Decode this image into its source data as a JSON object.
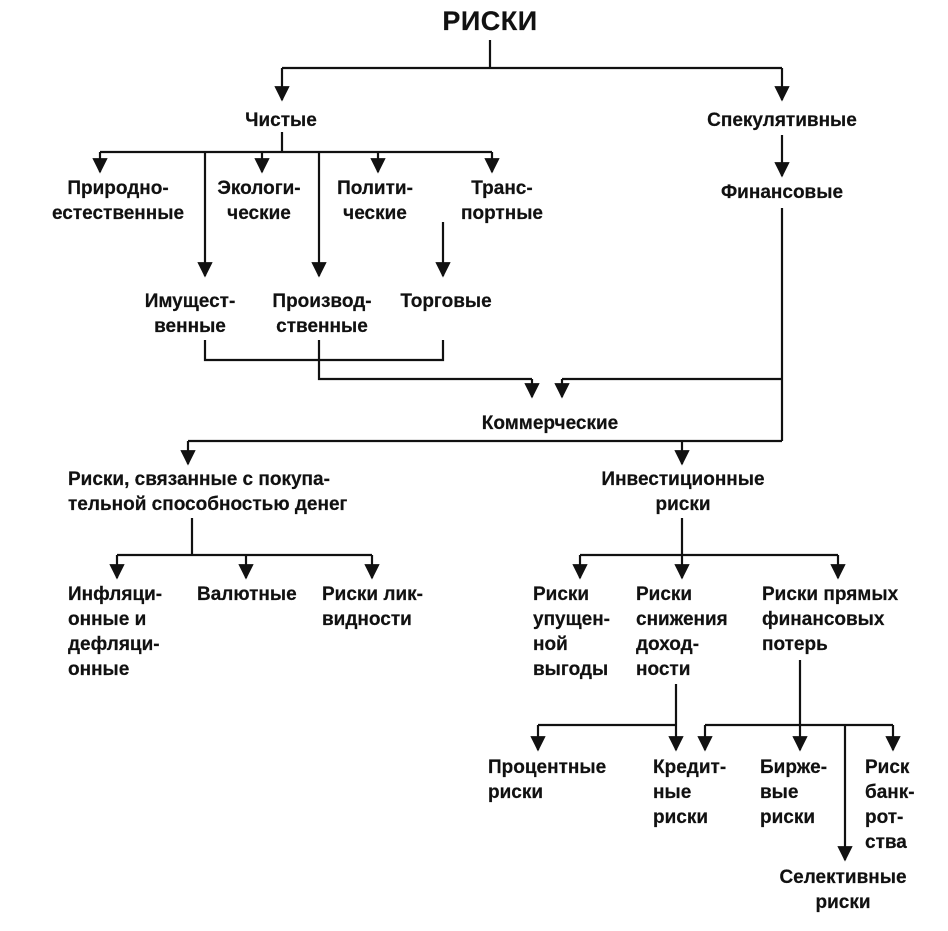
{
  "title": "РИСКИ",
  "nodes": {
    "pure": "Чистые",
    "speculative": "Спекулятивные",
    "financial": "Финансовые",
    "natural": "Природно-\nестественные",
    "ecological": "Экологи-\nческие",
    "political": "Полити-\nческие",
    "transport": "Транс-\nпортные",
    "property": "Имущест-\nвенные",
    "production": "Производ-\nственные",
    "trade": "Торговые",
    "commercial": "Коммерческие",
    "purchasing_power": "Риски, связанные с покупа-\nтельной способностью денег",
    "investment": "Инвестиционные\nриски",
    "inflation": "Инфляци-\nонные и\nдефляци-\nонные",
    "currency": "Валютные",
    "liquidity": "Риски лик-\nвидности",
    "lost_profit": "Риски\nупущен-\nной\nвыгоды",
    "income_decline": "Риски\nснижения\nдоход-\nности",
    "direct_loss": "Риски прямых\nфинансовых\nпотерь",
    "interest": "Процентные\nриски",
    "credit": "Кредит-\nные\nриски",
    "exchange": "Биржe-\nвые\nриски",
    "bankruptcy": "Риск\nбанк-\nрот-\nства",
    "selective": "Селективные\nриски"
  }
}
